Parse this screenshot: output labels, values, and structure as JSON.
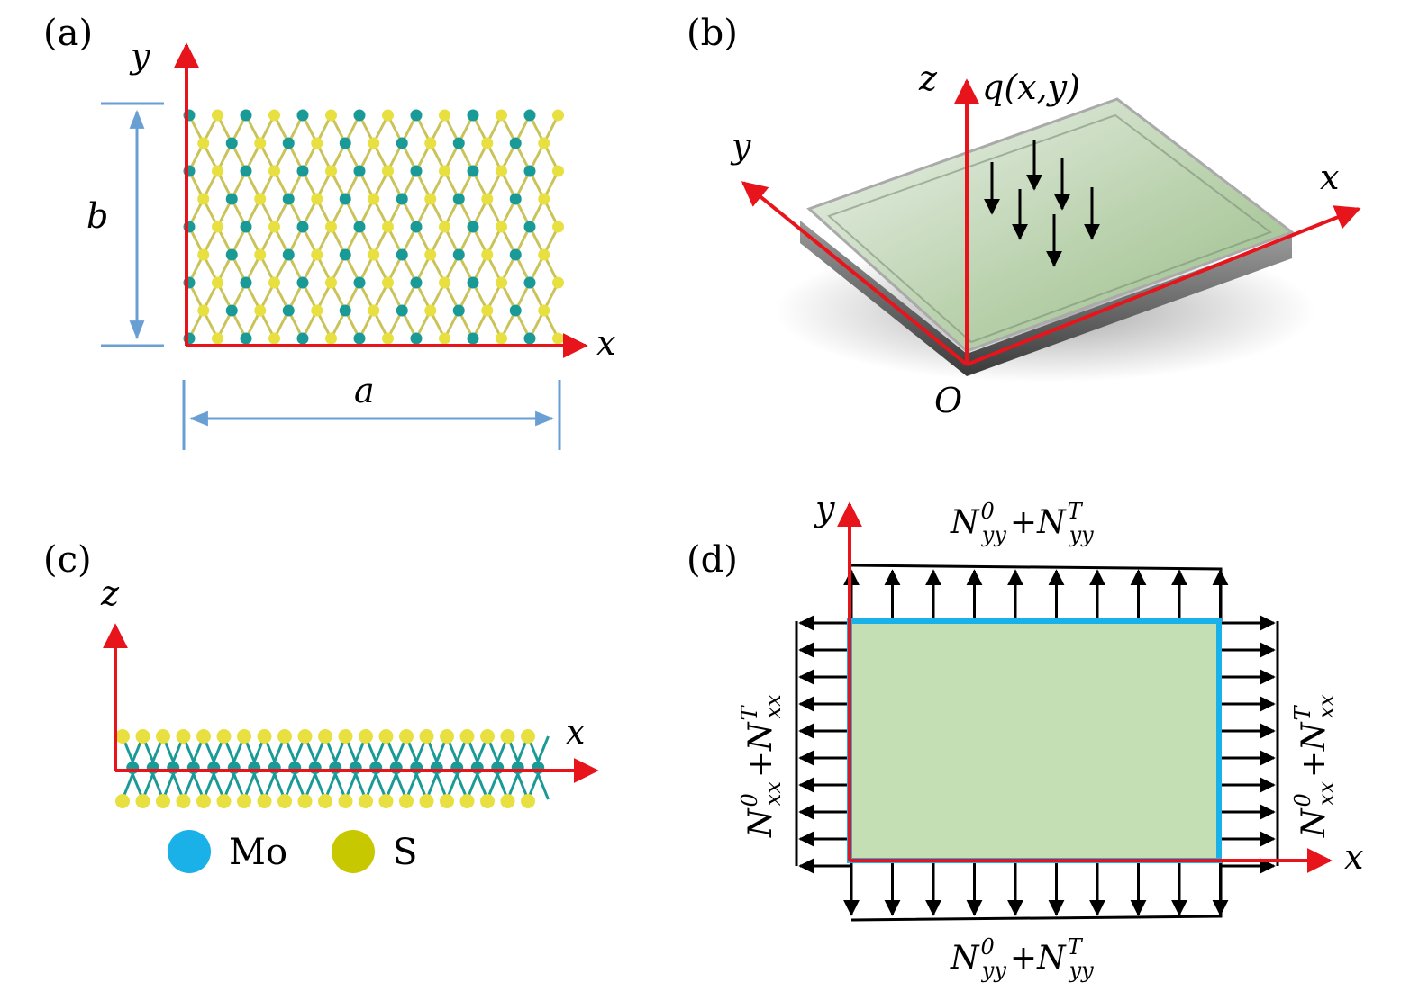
{
  "figure": {
    "panel_a": {
      "label": "(a)",
      "axis_x": "x",
      "axis_y": "y",
      "dim_width": "a",
      "dim_height": "b"
    },
    "panel_b": {
      "label": "(b)",
      "axis_x": "x",
      "axis_y": "y",
      "axis_z": "z",
      "origin": "O",
      "load": "q(x,y)"
    },
    "panel_c": {
      "label": "(c)",
      "axis_x": "x",
      "axis_z": "z",
      "legend": [
        {
          "name": "Mo",
          "color": "#1ab0e8"
        },
        {
          "name": "S",
          "color": "#c8c800"
        }
      ]
    },
    "panel_d": {
      "label": "(d)",
      "axis_x": "x",
      "axis_y": "y",
      "force_top": {
        "n": "N",
        "sub": "yy",
        "sup0": "0",
        "plus": "+",
        "supT": "T"
      },
      "force_bottom": {
        "n": "N",
        "sub": "yy",
        "sup0": "0",
        "plus": "+",
        "supT": "T"
      },
      "force_left": {
        "n": "N",
        "sub": "xx",
        "sup0": "0",
        "plus": "+",
        "supT": "T"
      },
      "force_right": {
        "n": "N",
        "sub": "xx",
        "sup0": "0",
        "plus": "+",
        "supT": "T"
      }
    }
  },
  "colors": {
    "axis": "#e8141c",
    "dimension": "#6a9fd4",
    "mo": "#1a9a96",
    "s": "#e8e040",
    "plate_fill": "#c5dfb4",
    "plate_border": "#1ab0e8"
  }
}
